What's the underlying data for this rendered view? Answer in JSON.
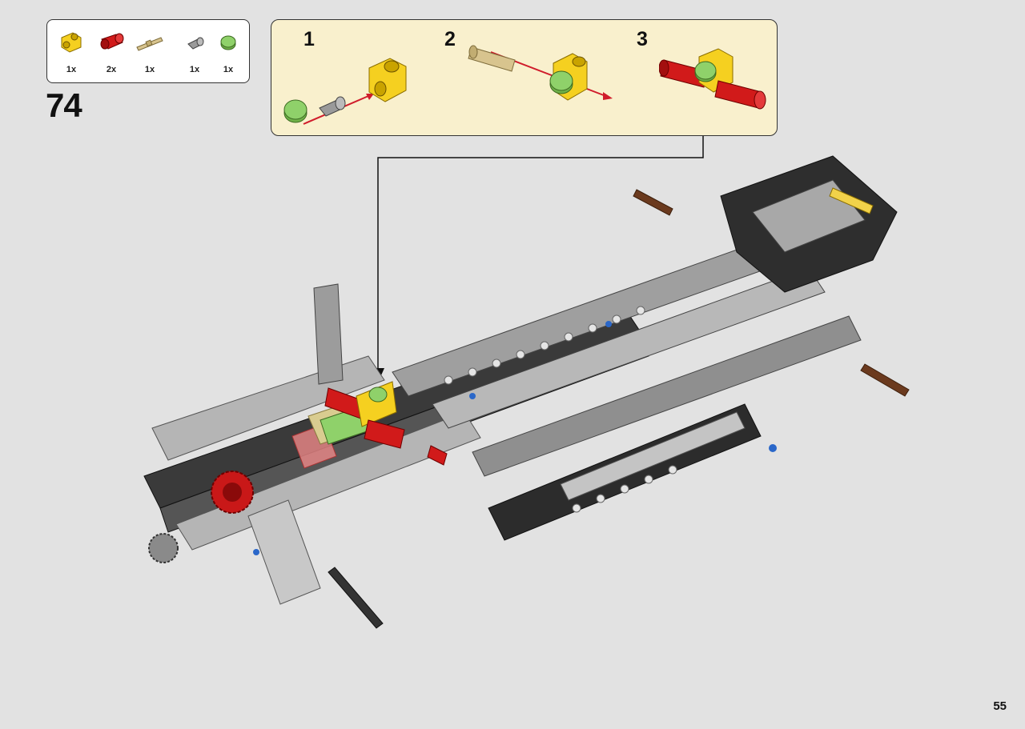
{
  "step": {
    "number": "74"
  },
  "parts": [
    {
      "name": "yellow-pin-connector",
      "qty": "1x",
      "color": "#f5d020"
    },
    {
      "name": "red-tube",
      "qty": "2x",
      "color": "#d11a1a"
    },
    {
      "name": "tan-axle-pin",
      "qty": "1x",
      "color": "#d8c48e"
    },
    {
      "name": "gray-bush",
      "qty": "1x",
      "color": "#9a9a9a"
    },
    {
      "name": "lime-round-tile",
      "qty": "1x",
      "color": "#8fd16a"
    }
  ],
  "substeps": [
    {
      "label": "1"
    },
    {
      "label": "2"
    },
    {
      "label": "3"
    }
  ],
  "page": {
    "number": "55"
  },
  "colors": {
    "background": "#e2e2e2",
    "callout": "#f9f0cd",
    "arrow": "#d01c2b"
  }
}
